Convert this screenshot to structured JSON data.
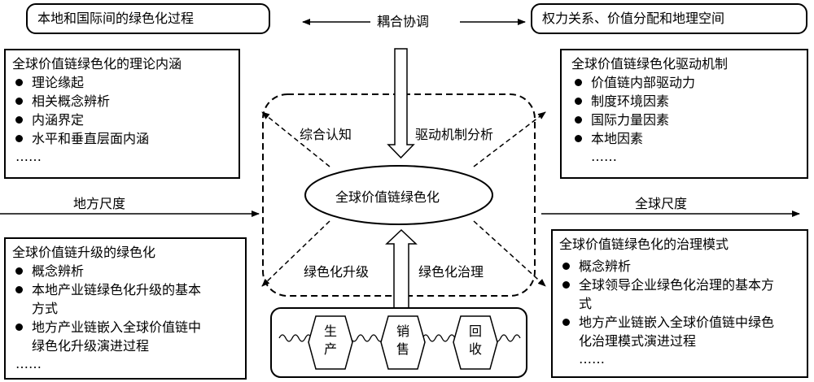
{
  "top_left_label": "本地和国际间的绿色化过程",
  "top_center_label": "耦合协调",
  "top_right_label": "权力关系、价值分配和地理空间",
  "theory_box": {
    "title": "全球价值链绿色化的理论内涵",
    "items": [
      "理论缘起",
      "相关概念辨析",
      "内涵界定",
      "水平和垂直层面内涵"
    ],
    "ellipsis": "……"
  },
  "drive_box": {
    "title": "全球价值链绿色化驱动机制",
    "items": [
      "价值链内部驱动力",
      "制度环境因素",
      "国际力量因素",
      "本地因素"
    ],
    "ellipsis": "……"
  },
  "upgrade_box": {
    "title": "全球价值链升级的绿色化",
    "items": [
      "概念辨析",
      "本地产业链绿色化升级的基本方式",
      "地方产业链嵌入全球价值链中绿色化升级演进过程"
    ],
    "ellipsis": "……"
  },
  "governance_box": {
    "title": "全球价值链绿色化的治理模式",
    "items": [
      "概念辨析",
      "全球领导企业绿色化治理的基本方式",
      "地方产业链嵌入全球价值链中绿色化治理模式演进过程"
    ],
    "ellipsis": "……"
  },
  "center": {
    "ellipse_label": "全球价值链绿色化",
    "top_left": "综合认知",
    "top_right": "驱动机制分析",
    "bottom_left": "绿色化升级",
    "bottom_right": "绿色化治理"
  },
  "local_scale": "地方尺度",
  "global_scale": "全球尺度",
  "chain": {
    "production": [
      "生",
      "产"
    ],
    "sales": [
      "销",
      "售"
    ],
    "recycling": [
      "回",
      "收"
    ]
  }
}
